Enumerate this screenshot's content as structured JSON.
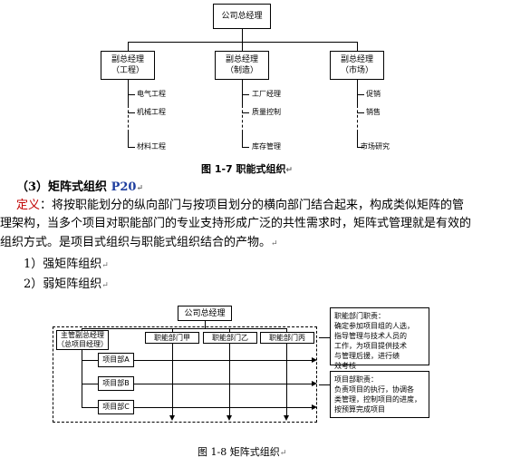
{
  "fig1": {
    "top": "公司总经理",
    "vps": [
      {
        "title": "副总经理",
        "dept": "（工程）",
        "items": [
          "电气工程",
          "机械工程",
          "材料工程"
        ]
      },
      {
        "title": "副总经理",
        "dept": "（制造）",
        "items": [
          "工厂经理",
          "质量控制",
          "库存管理"
        ]
      },
      {
        "title": "副总经理",
        "dept": "（市场）",
        "items": [
          "促销",
          "销售",
          "市场研究"
        ]
      }
    ],
    "caption": "图 1-7 职能式组织"
  },
  "section": {
    "heading": "（3）矩阵式组织 ",
    "heading_link": "P20",
    "def_label": "定义",
    "line1": "：将按职能划分的纵向部门与按项目划分的横向部门结合起来，构成类似矩阵的管",
    "line2": "理架构，当多个项目对职能部门的专业支持形成广泛的共性需求时，矩阵式管理就是有效的",
    "line3": "组织方式。是项目式组织与职能式组织结合的产物。",
    "item1": "1）强矩阵组织",
    "item2": "2）弱矩阵组织"
  },
  "fig2": {
    "top": "公司总经理",
    "pm": "主管副总经理",
    "pm2": "（总项目经理）",
    "func": [
      "职能部门甲",
      "职能部门乙",
      "职能部门丙"
    ],
    "proj": [
      "项目部A",
      "项目部B",
      "项目部C"
    ],
    "note1_title": "职能部门职责：",
    "note1_body": [
      "确定参加项目组的人选，",
      "指导管理与技术人员的",
      "工作，为项目提供技术",
      "与管理后援，进行绩",
      "效考核"
    ],
    "note2_title": "项目部职责：",
    "note2_body": [
      "负责项目的执行，协调各",
      "类管理，控制项目的进度，",
      "按预算完成项目"
    ],
    "caption": "图 1-8 矩阵式组织"
  },
  "mark": "↵"
}
